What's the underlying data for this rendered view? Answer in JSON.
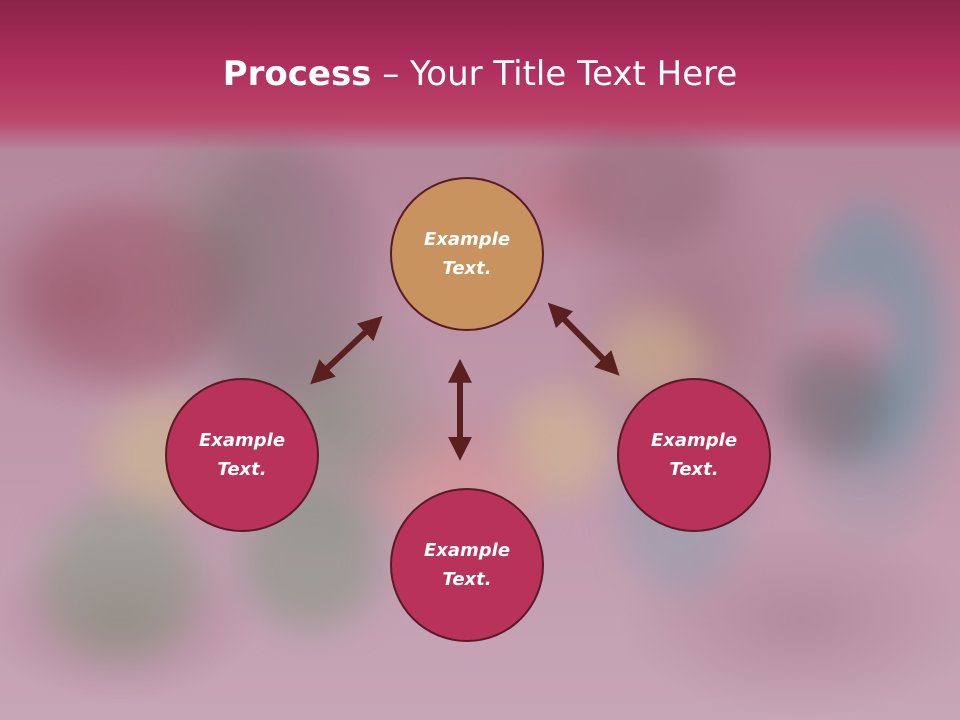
{
  "slide": {
    "title_bold": "Process",
    "title_rest": " – Your Title Text Here"
  },
  "nodes": {
    "top": "Example\nText.",
    "left": "Example\nText.",
    "bottom": "Example\nText.",
    "right": "Example\nText."
  },
  "colors": {
    "header": "#b02f5c",
    "top_node": "#c8935f",
    "other_nodes": "#b83259",
    "arrows": "#5a1f1f",
    "node_border": "#5a1a26"
  }
}
